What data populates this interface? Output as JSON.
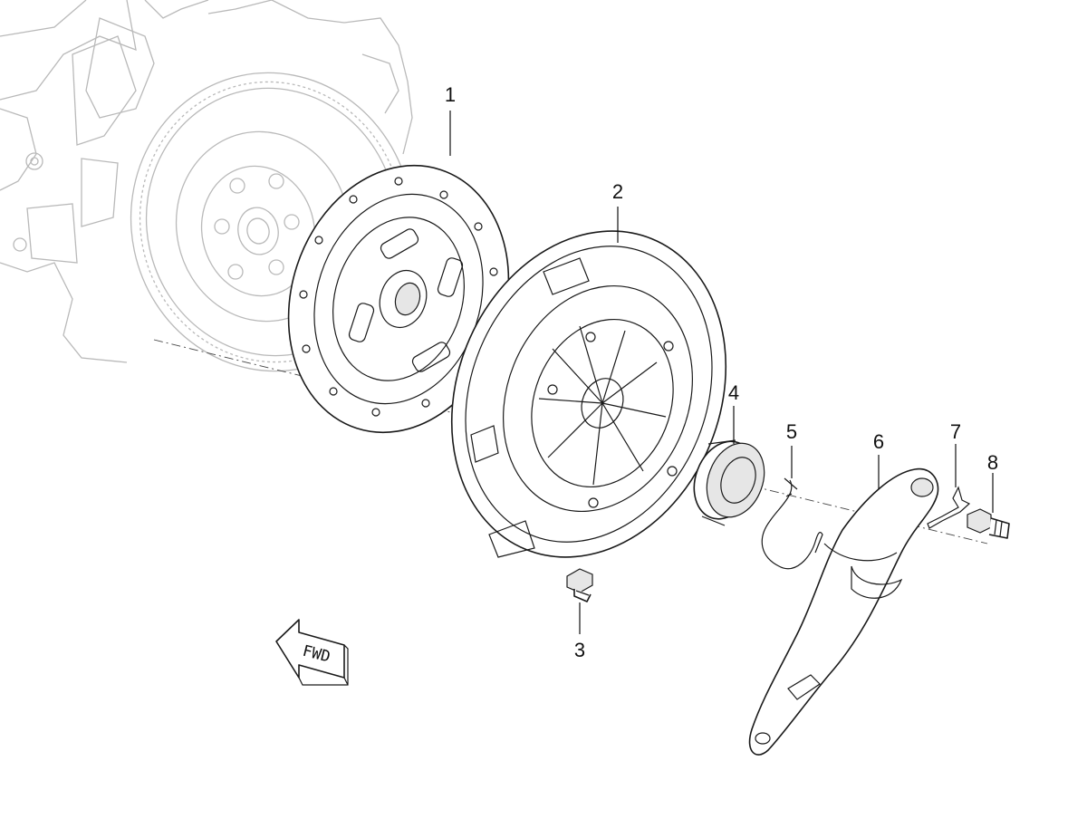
{
  "callouts": [
    {
      "id": "1",
      "label": "1"
    },
    {
      "id": "2",
      "label": "2"
    },
    {
      "id": "3",
      "label": "3"
    },
    {
      "id": "4",
      "label": "4"
    },
    {
      "id": "5",
      "label": "5"
    },
    {
      "id": "6",
      "label": "6"
    },
    {
      "id": "7",
      "label": "7"
    },
    {
      "id": "8",
      "label": "8"
    }
  ],
  "direction_arrow": {
    "label": "FWD",
    "icon": "forward-arrow-icon"
  }
}
